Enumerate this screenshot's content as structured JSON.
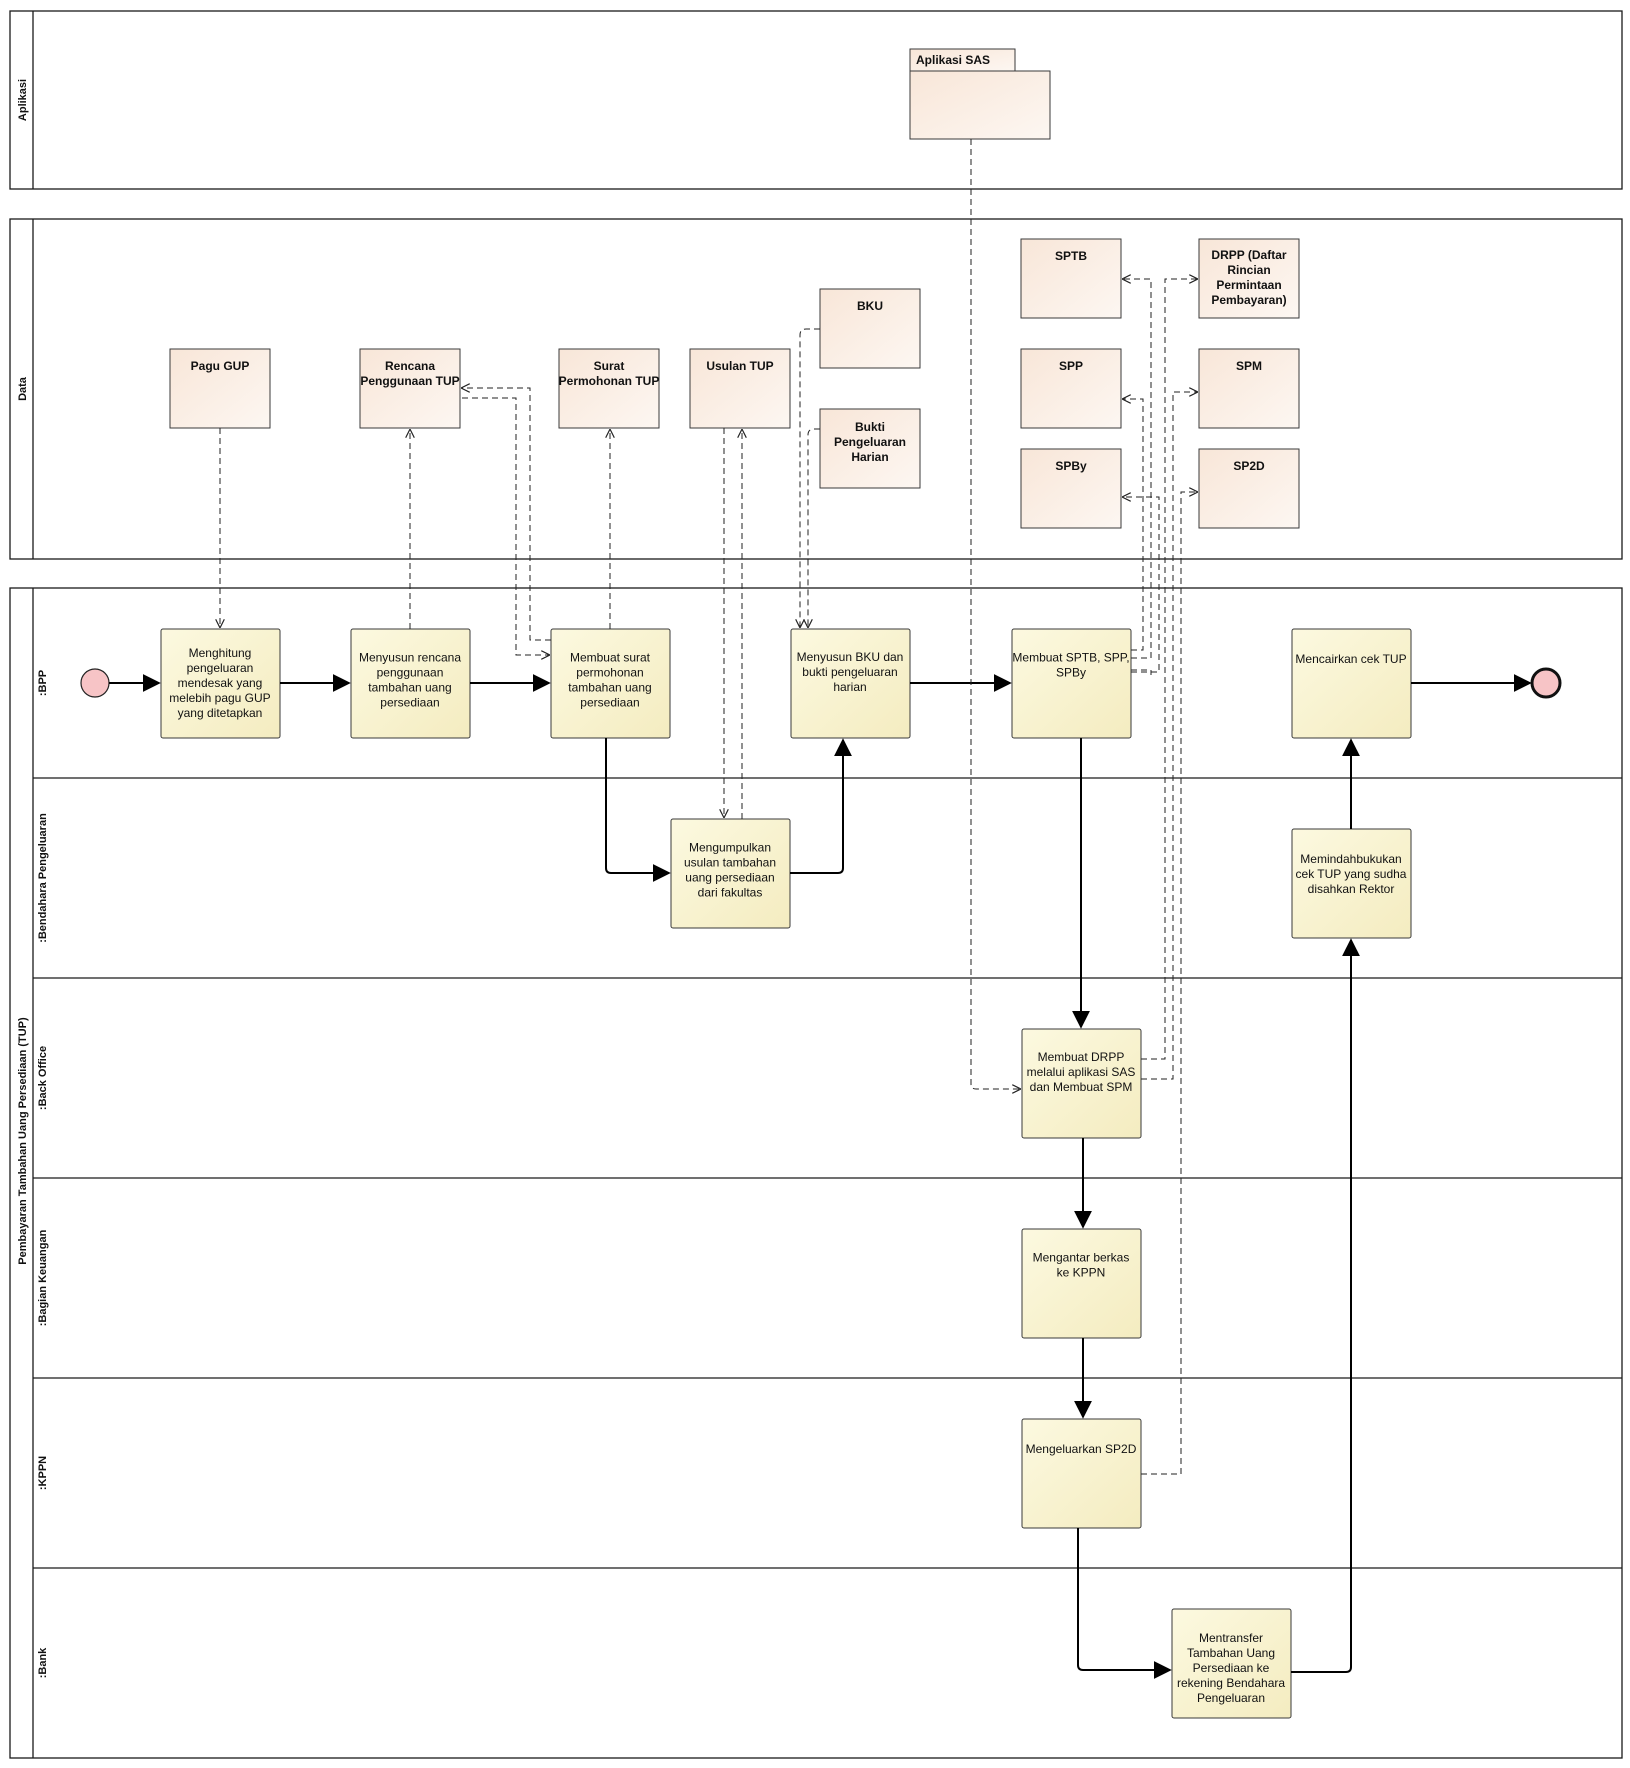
{
  "pools": {
    "aplikasi": "Aplikasi",
    "data": "Data",
    "process": "Pembayaran Tambahan Uang Persediaan (TUP)"
  },
  "lanes": {
    "bpp": ":BPP",
    "bendahara": ":Bendahara Pengeluaran",
    "backoffice": ":Back Office",
    "bagian": ":Bagian Keuangan",
    "kppn": ":KPPN",
    "bank": ":Bank"
  },
  "app_package": "Aplikasi SAS",
  "data_objects": {
    "pagu_gup": [
      "Pagu GUP"
    ],
    "rencana": [
      "Rencana",
      "Penggunaan TUP"
    ],
    "surat": [
      "Surat",
      "Permohonan TUP"
    ],
    "usulan": [
      "Usulan TUP"
    ],
    "bku": [
      "BKU"
    ],
    "bukti": [
      "Bukti",
      "Pengeluaran",
      "Harian"
    ],
    "sptb": [
      "SPTB"
    ],
    "spp": [
      "SPP"
    ],
    "spby": [
      "SPBy"
    ],
    "drpp": [
      "DRPP (Daftar",
      "Rincian",
      "Permintaan",
      "Pembayaran)"
    ],
    "spm": [
      "SPM"
    ],
    "sp2d": [
      "SP2D"
    ]
  },
  "activities": {
    "menghitung": [
      "Menghitung",
      "pengeluaran",
      "mendesak yang",
      "melebih pagu GUP",
      "yang ditetapkan"
    ],
    "menyusun_rencana": [
      "Menyusun rencana",
      "penggunaan",
      "tambahan uang",
      "persediaan"
    ],
    "membuat_surat": [
      "Membuat surat",
      "permohonan",
      "tambahan uang",
      "persediaan"
    ],
    "menyusun_bku": [
      "Menyusun BKU dan",
      "bukti pengeluaran",
      "harian"
    ],
    "membuat_sptb": [
      "Membuat SPTB, SPP,",
      "SPBy"
    ],
    "mencairkan": [
      "Mencairkan cek TUP"
    ],
    "mengumpulkan": [
      "Mengumpulkan",
      "usulan tambahan",
      "uang persediaan",
      "dari fakultas"
    ],
    "memindahbukukan": [
      "Memindahbukukan",
      "cek TUP yang sudha",
      "disahkan Rektor"
    ],
    "membuat_drpp": [
      "Membuat DRPP",
      "melalui aplikasi SAS",
      "dan Membuat SPM"
    ],
    "mengantar": [
      "Mengantar berkas",
      "ke KPPN"
    ],
    "mengeluarkan": [
      "Mengeluarkan SP2D"
    ],
    "mentransfer": [
      "Mentransfer",
      "Tambahan Uang",
      "Persediaan ke",
      "rekening Bendahara",
      "Pengeluaran"
    ]
  },
  "colors": {
    "activity_fill": "#fbf6d4",
    "data_fill": "#fbeee4",
    "event_fill": "#f7c4c6"
  }
}
